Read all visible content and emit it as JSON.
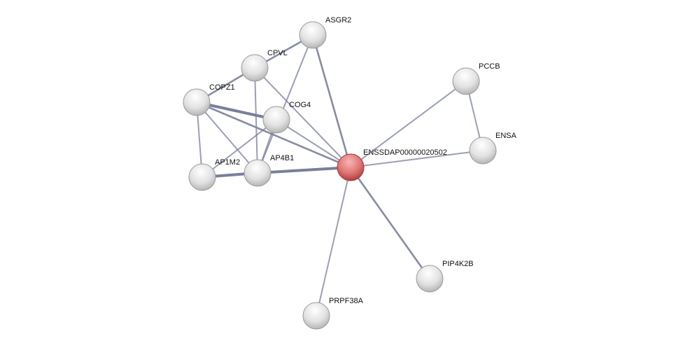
{
  "network": {
    "nodes": [
      {
        "id": "ASGR2",
        "label": "ASGR2",
        "query": false
      },
      {
        "id": "CPVL",
        "label": "CPVL",
        "query": false
      },
      {
        "id": "COPZ1",
        "label": "COPZ1",
        "query": false
      },
      {
        "id": "COG4",
        "label": "COG4",
        "query": false
      },
      {
        "id": "AP1M2",
        "label": "AP1M2",
        "query": false
      },
      {
        "id": "AP4B1",
        "label": "AP4B1",
        "query": false
      },
      {
        "id": "ENSSDAP00000020502",
        "label": "ENSSDAP00000020502",
        "query": true
      },
      {
        "id": "PCCB",
        "label": "PCCB",
        "query": false
      },
      {
        "id": "ENSA",
        "label": "ENSA",
        "query": false
      },
      {
        "id": "PIP4K2B",
        "label": "PIP4K2B",
        "query": false
      },
      {
        "id": "PRPF38A",
        "label": "PRPF38A",
        "query": false
      }
    ],
    "edges": [
      {
        "a": "ASGR2",
        "b": "CPVL",
        "strength": "medium"
      },
      {
        "a": "ASGR2",
        "b": "AP4B1",
        "strength": "weak"
      },
      {
        "a": "ASGR2",
        "b": "ENSSDAP00000020502",
        "strength": "medium"
      },
      {
        "a": "CPVL",
        "b": "COPZ1",
        "strength": "medium"
      },
      {
        "a": "CPVL",
        "b": "AP4B1",
        "strength": "weak"
      },
      {
        "a": "CPVL",
        "b": "ENSSDAP00000020502",
        "strength": "weak"
      },
      {
        "a": "COPZ1",
        "b": "COG4",
        "strength": "strong"
      },
      {
        "a": "COPZ1",
        "b": "ENSSDAP00000020502",
        "strength": "medium"
      },
      {
        "a": "COPZ1",
        "b": "AP1M2",
        "strength": "weak"
      },
      {
        "a": "COPZ1",
        "b": "AP4B1",
        "strength": "weak"
      },
      {
        "a": "COG4",
        "b": "AP1M2",
        "strength": "weak"
      },
      {
        "a": "COG4",
        "b": "AP4B1",
        "strength": "weak"
      },
      {
        "a": "COG4",
        "b": "ENSSDAP00000020502",
        "strength": "weak"
      },
      {
        "a": "AP1M2",
        "b": "AP4B1",
        "strength": "strong"
      },
      {
        "a": "AP4B1",
        "b": "ENSSDAP00000020502",
        "strength": "strong"
      },
      {
        "a": "PCCB",
        "b": "ENSSDAP00000020502",
        "strength": "weak"
      },
      {
        "a": "ENSA",
        "b": "ENSSDAP00000020502",
        "strength": "weak"
      },
      {
        "a": "PCCB",
        "b": "ENSA",
        "strength": "weak"
      },
      {
        "a": "PIP4K2B",
        "b": "ENSSDAP00000020502",
        "strength": "medium"
      },
      {
        "a": "PRPF38A",
        "b": "ENSSDAP00000020502",
        "strength": "weak"
      }
    ],
    "colors": {
      "node": "#e6e6e6",
      "query_node": "#e07070",
      "edge": "#7a7f99"
    }
  }
}
